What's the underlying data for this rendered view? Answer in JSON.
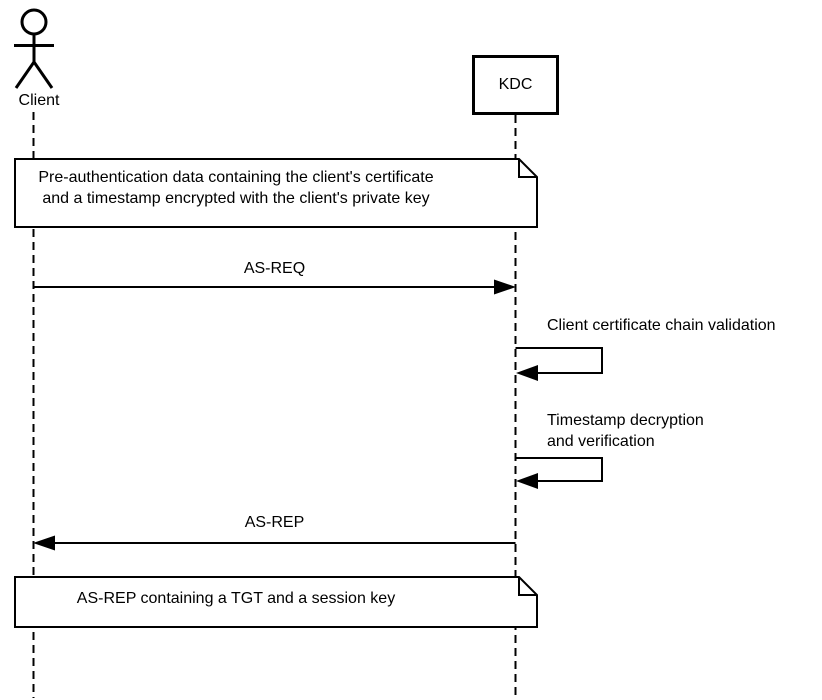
{
  "page": {
    "background_color": "#ffffff",
    "stroke_color": "#000000",
    "text_color": "#000000"
  },
  "diagram": {
    "type": "sequence-diagram",
    "lifelines": [
      {
        "id": "client",
        "label": "Client",
        "kind": "actor"
      },
      {
        "id": "kdc",
        "label": "KDC",
        "kind": "participant"
      }
    ],
    "notes": [
      {
        "id": "preauth-note",
        "text": "Pre-authentication data containing the client's certificate\nand a timestamp encrypted with the client's private key",
        "spans": [
          "client",
          "kdc"
        ]
      },
      {
        "id": "asrep-note",
        "text": "AS-REP containing a TGT and a session key",
        "spans": [
          "client",
          "kdc"
        ]
      }
    ],
    "messages": [
      {
        "id": "as-req",
        "label": "AS-REQ",
        "from": "client",
        "to": "kdc",
        "kind": "solid-arrow"
      },
      {
        "id": "cert-validation",
        "label": "Client certificate chain validation",
        "from": "kdc",
        "to": "kdc",
        "kind": "self-message"
      },
      {
        "id": "timestamp-verification",
        "label": "Timestamp decryption\nand verification",
        "from": "kdc",
        "to": "kdc",
        "kind": "self-message"
      },
      {
        "id": "as-rep",
        "label": "AS-REP",
        "from": "kdc",
        "to": "client",
        "kind": "solid-arrow"
      }
    ]
  }
}
